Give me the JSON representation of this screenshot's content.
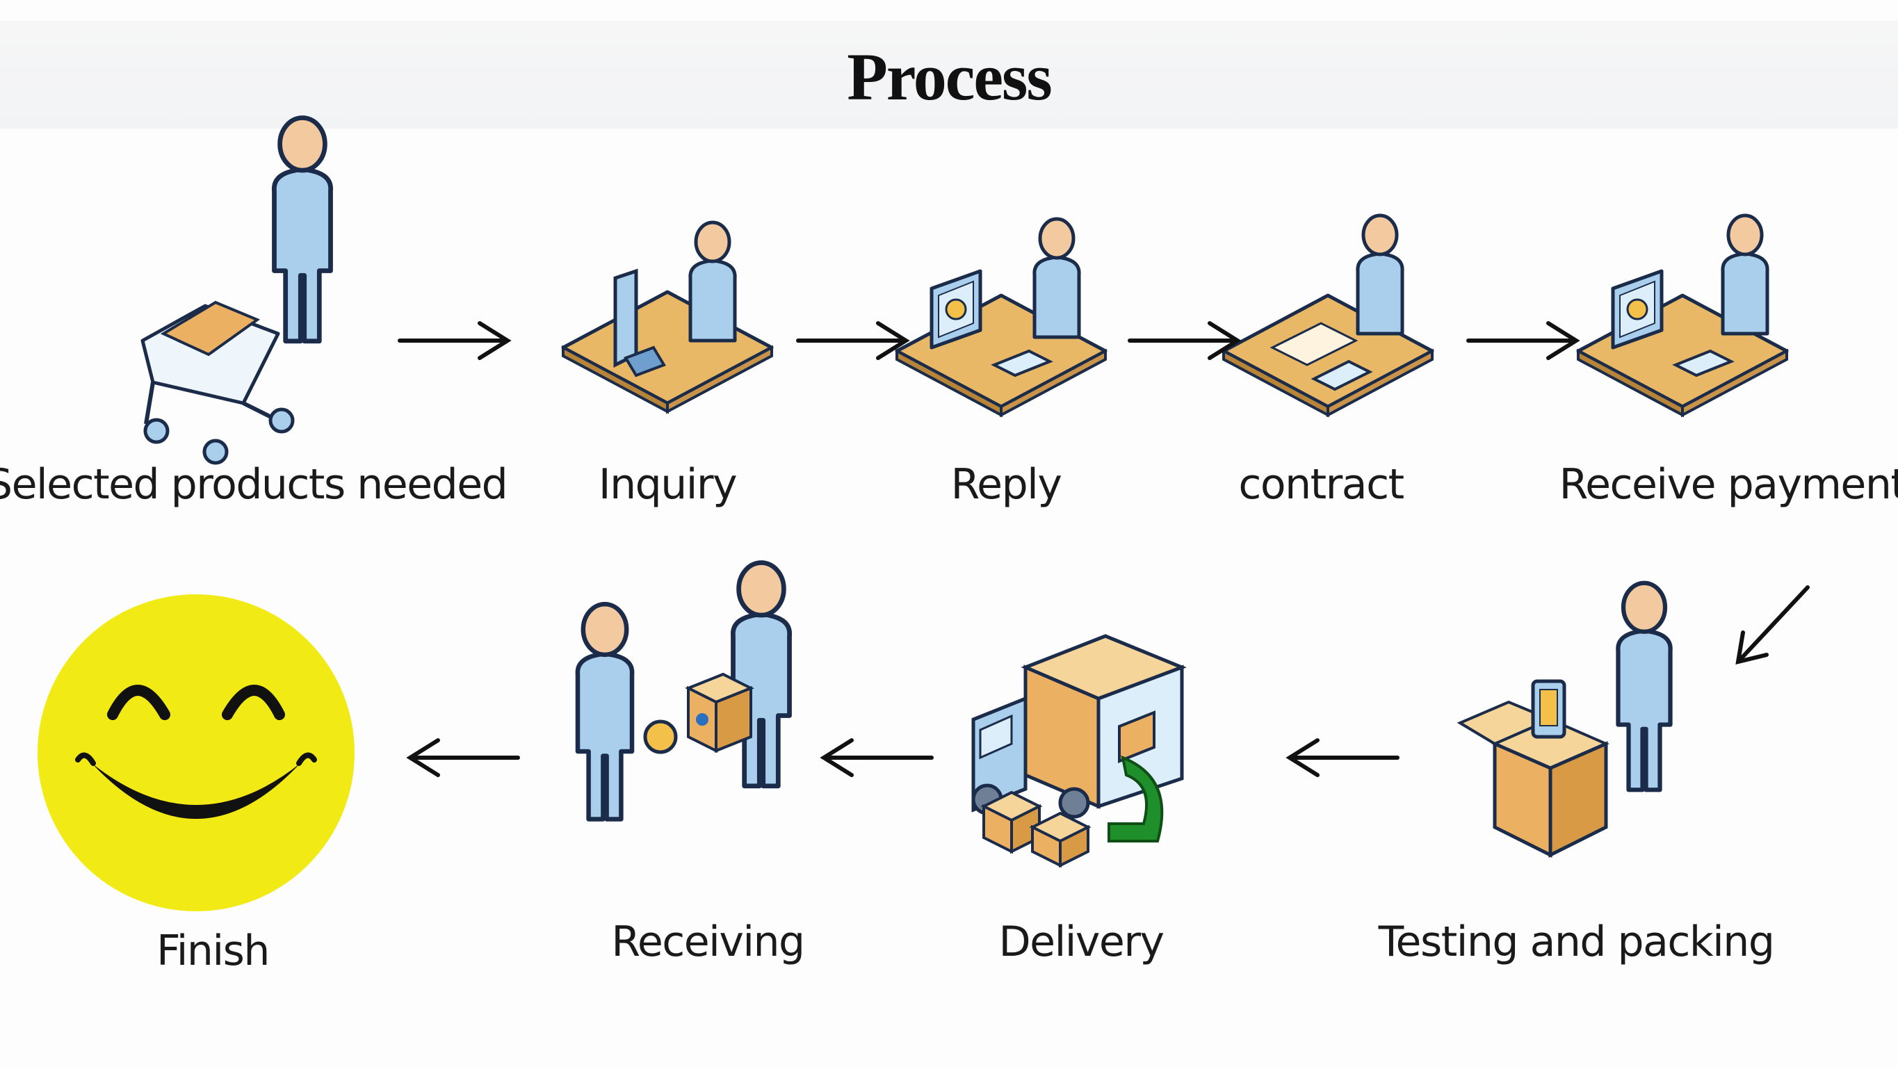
{
  "title": "Process",
  "steps": [
    {
      "label": "Selected products needed",
      "icon": "shopping-cart-person-icon"
    },
    {
      "label": "Inquiry",
      "icon": "computer-desk-person-icon"
    },
    {
      "label": "Reply",
      "icon": "monitor-desk-person-icon"
    },
    {
      "label": "contract",
      "icon": "document-desk-person-icon"
    },
    {
      "label": "Receive payment",
      "icon": "monitor-desk-person-icon"
    },
    {
      "label": "Testing and packing",
      "icon": "box-packing-person-icon"
    },
    {
      "label": "Delivery",
      "icon": "delivery-truck-icon"
    },
    {
      "label": "Receiving",
      "icon": "two-people-handover-icon"
    },
    {
      "label": "Finish",
      "icon": "smiley-face-icon"
    }
  ],
  "colors": {
    "person": "#a9cfec",
    "person_outline": "#1b2b4a",
    "skin": "#f3c9a0",
    "desk": "#e8b866",
    "box": "#ecb062",
    "smiley": "#f2ea14",
    "arrow": "#111111",
    "green_arrow": "#1f8f2b"
  }
}
